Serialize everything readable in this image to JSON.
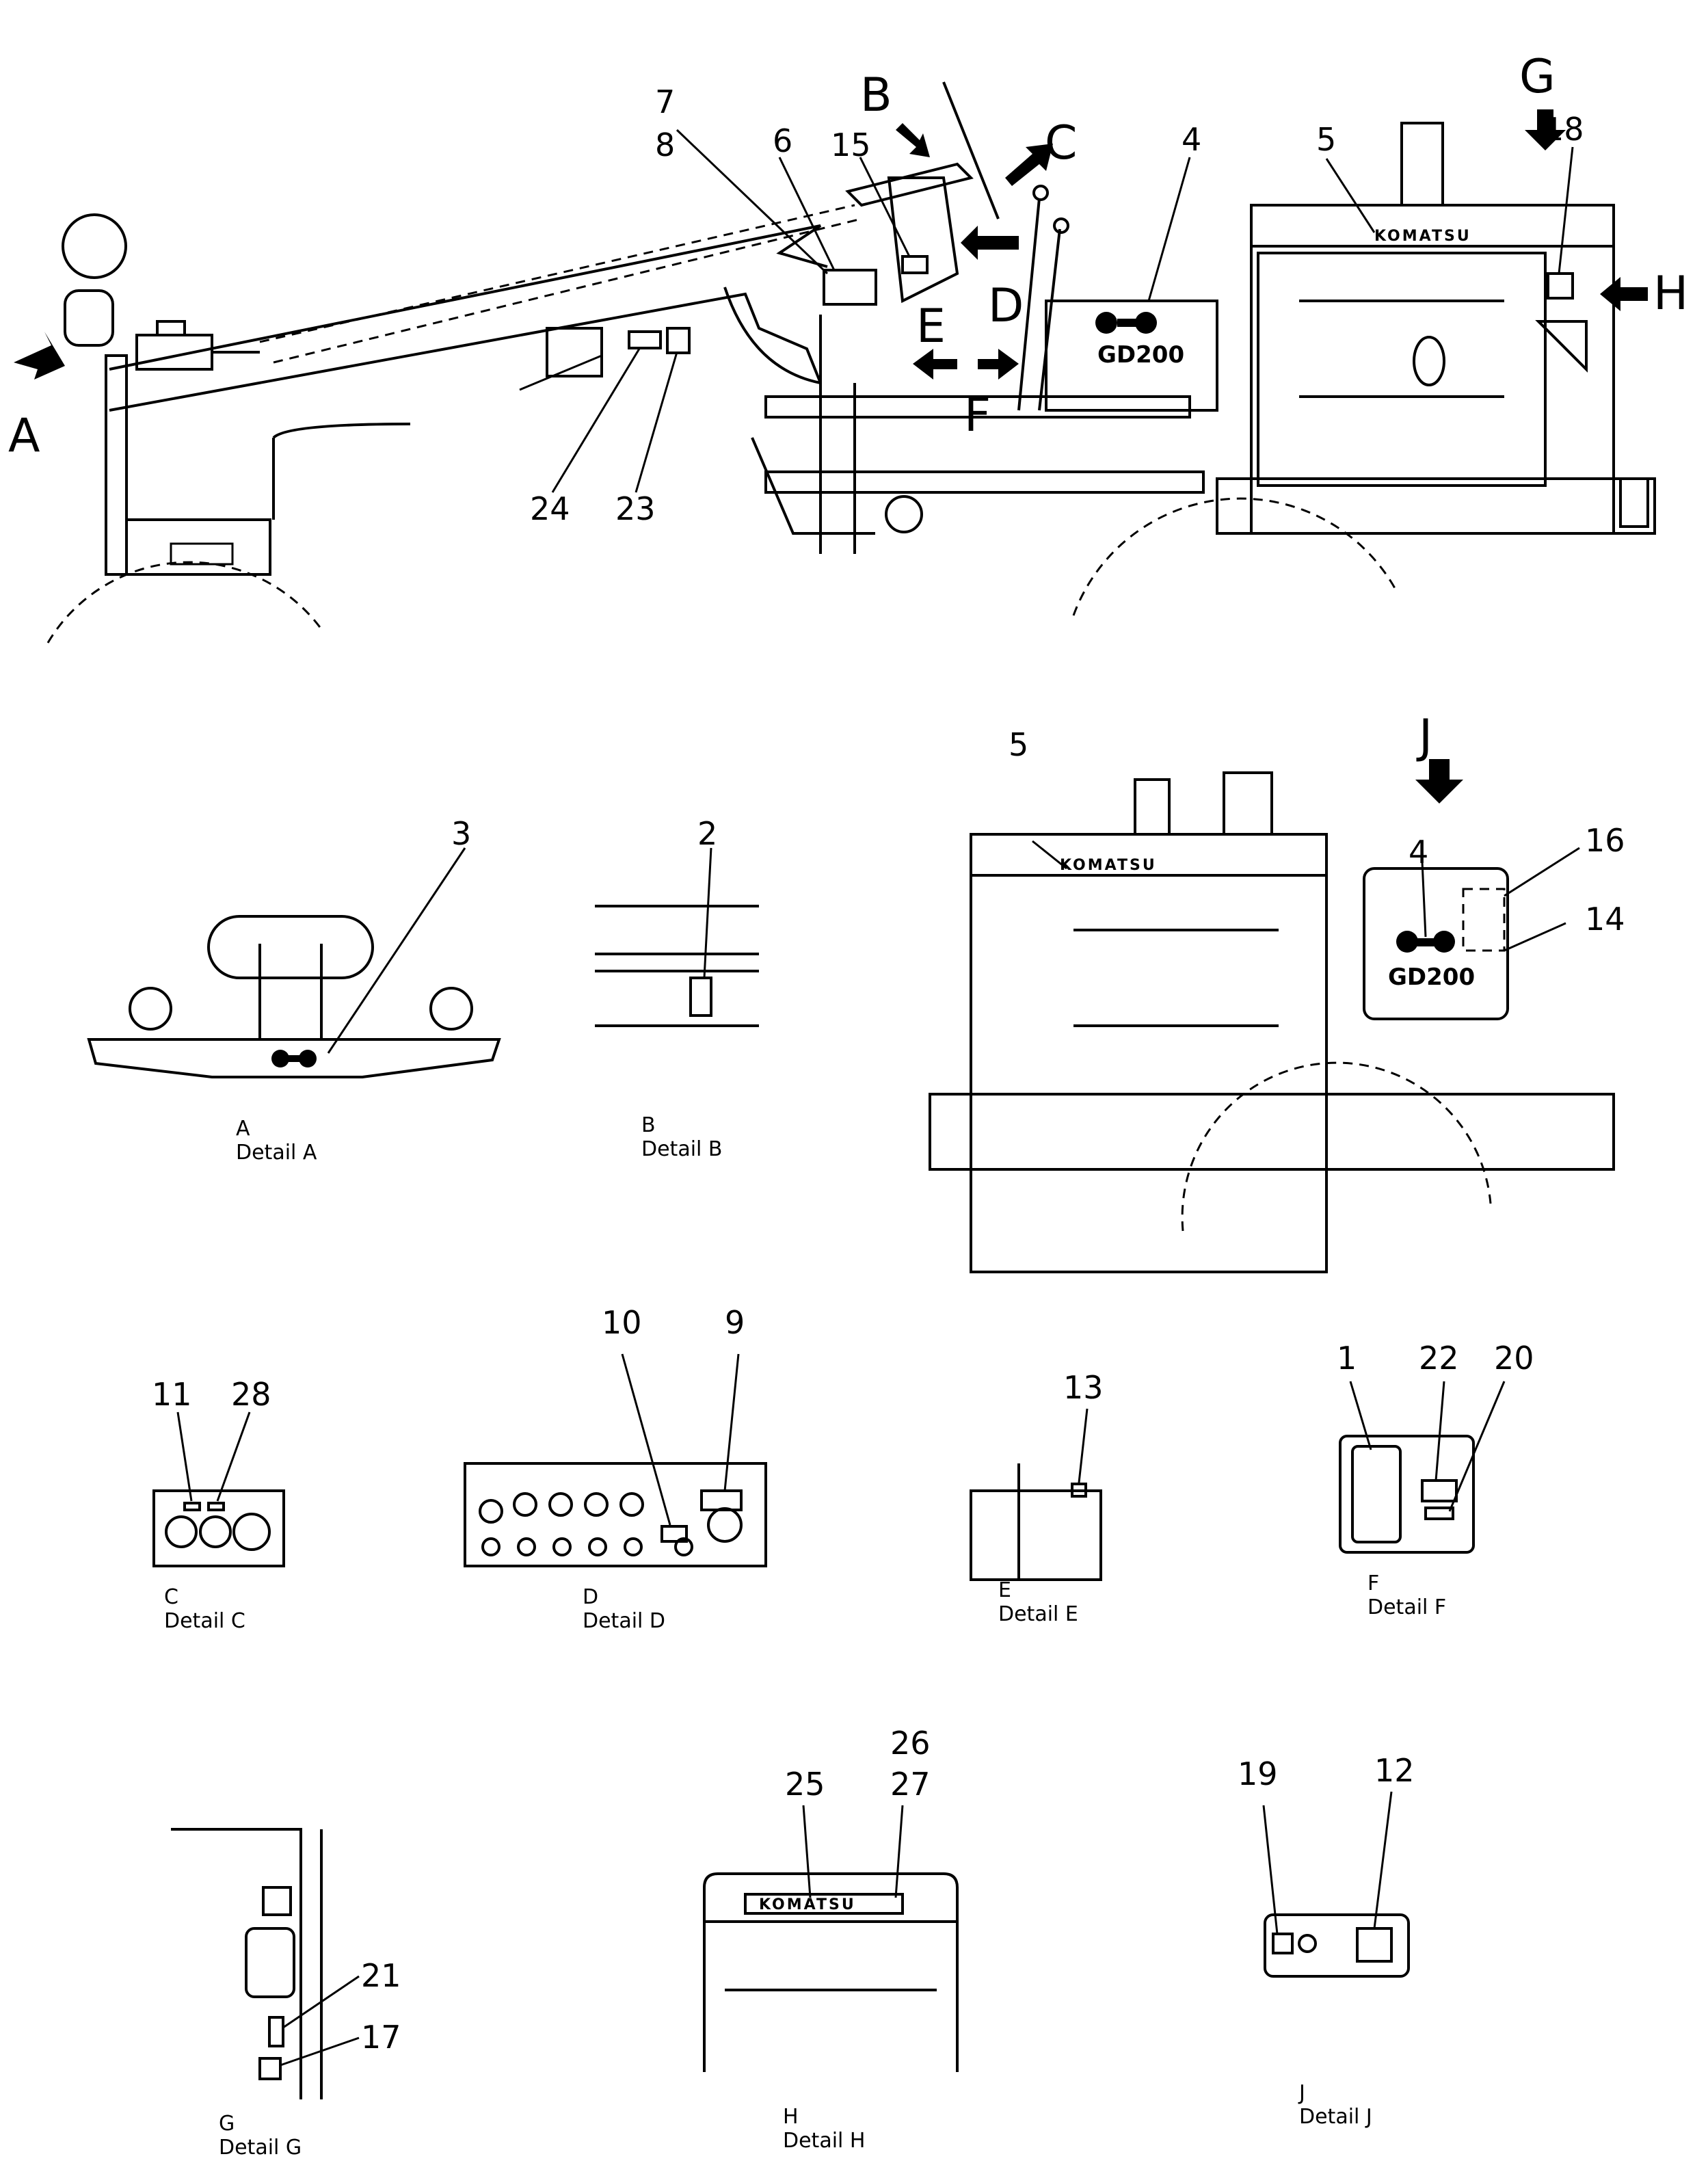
{
  "callouts": {
    "n1": "1",
    "n2": "2",
    "n3": "3",
    "n4": "4",
    "n5": "5",
    "n6": "6",
    "n7": "7",
    "n8": "8",
    "n9": "9",
    "n10": "10",
    "n11": "11",
    "n12": "12",
    "n13": "13",
    "n14": "14",
    "n15": "15",
    "n16": "16",
    "n17": "17",
    "n18": "18",
    "n19": "19",
    "n20": "20",
    "n21": "21",
    "n22": "22",
    "n23": "23",
    "n24": "24",
    "n25": "25",
    "n26": "26",
    "n27": "27",
    "n28": "28"
  },
  "view_letters": {
    "a": "A",
    "b": "B",
    "c": "C",
    "d": "D",
    "e": "E",
    "f": "F",
    "g": "G",
    "h": "H",
    "j": "J"
  },
  "plates": {
    "brand": "KOMATSU",
    "model": "GD200"
  },
  "details": {
    "a": {
      "letter": "A",
      "caption": "Detail  A"
    },
    "b": {
      "letter": "B",
      "caption": "Detail  B"
    },
    "c": {
      "letter": "C",
      "caption": "Detail  C"
    },
    "d": {
      "letter": "D",
      "caption": "Detail  D"
    },
    "e": {
      "letter": "E",
      "caption": "Detail  E"
    },
    "f": {
      "letter": "F",
      "caption": "Detail  F"
    },
    "g": {
      "letter": "G",
      "caption": "Detail  G"
    },
    "h": {
      "letter": "H",
      "caption": "Detail  H"
    },
    "j": {
      "letter": "J",
      "caption": "Detail  J"
    }
  }
}
